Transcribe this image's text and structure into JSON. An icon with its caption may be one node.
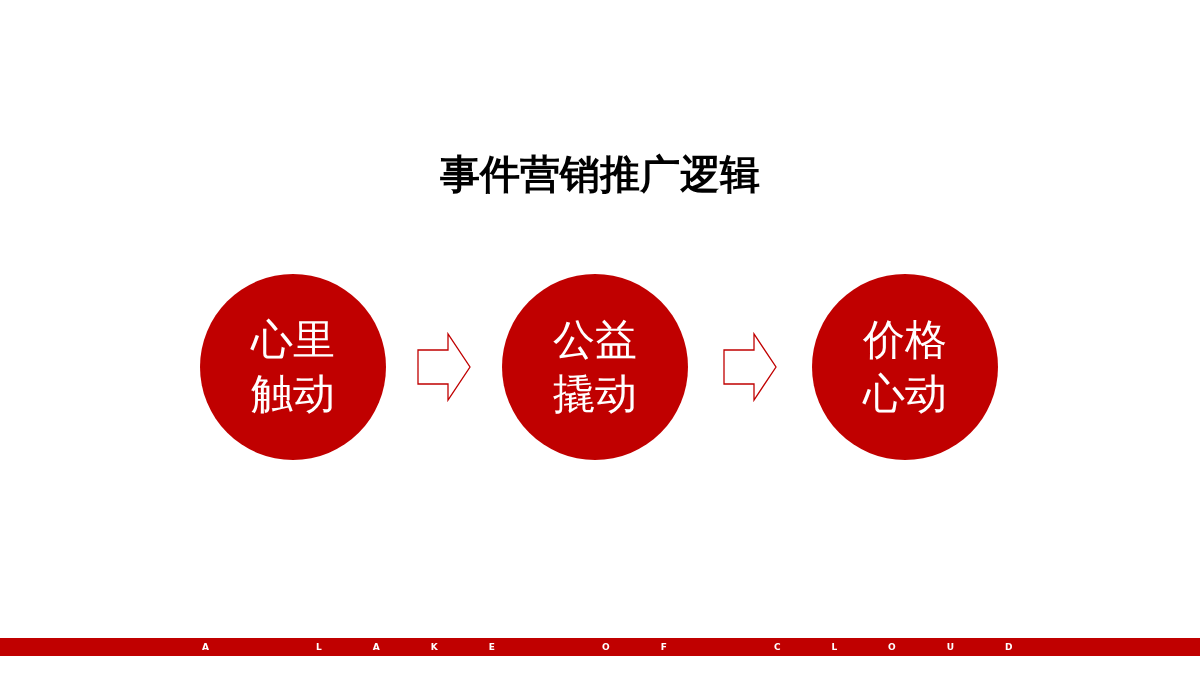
{
  "diagram": {
    "title": "事件营销推广逻辑",
    "nodes": [
      {
        "text": [
          "心里触动"
        ]
      },
      {
        "text": [
          "公益撬动"
        ]
      },
      {
        "text": [
          "价格心动"
        ]
      }
    ],
    "edges": [
      {
        "from": 0,
        "to": 1,
        "arrow": "to"
      },
      {
        "from": 1,
        "to": 2,
        "arrow": "to"
      }
    ],
    "labels": [
      "A LAKE OF CLOUD"
    ]
  }
}
